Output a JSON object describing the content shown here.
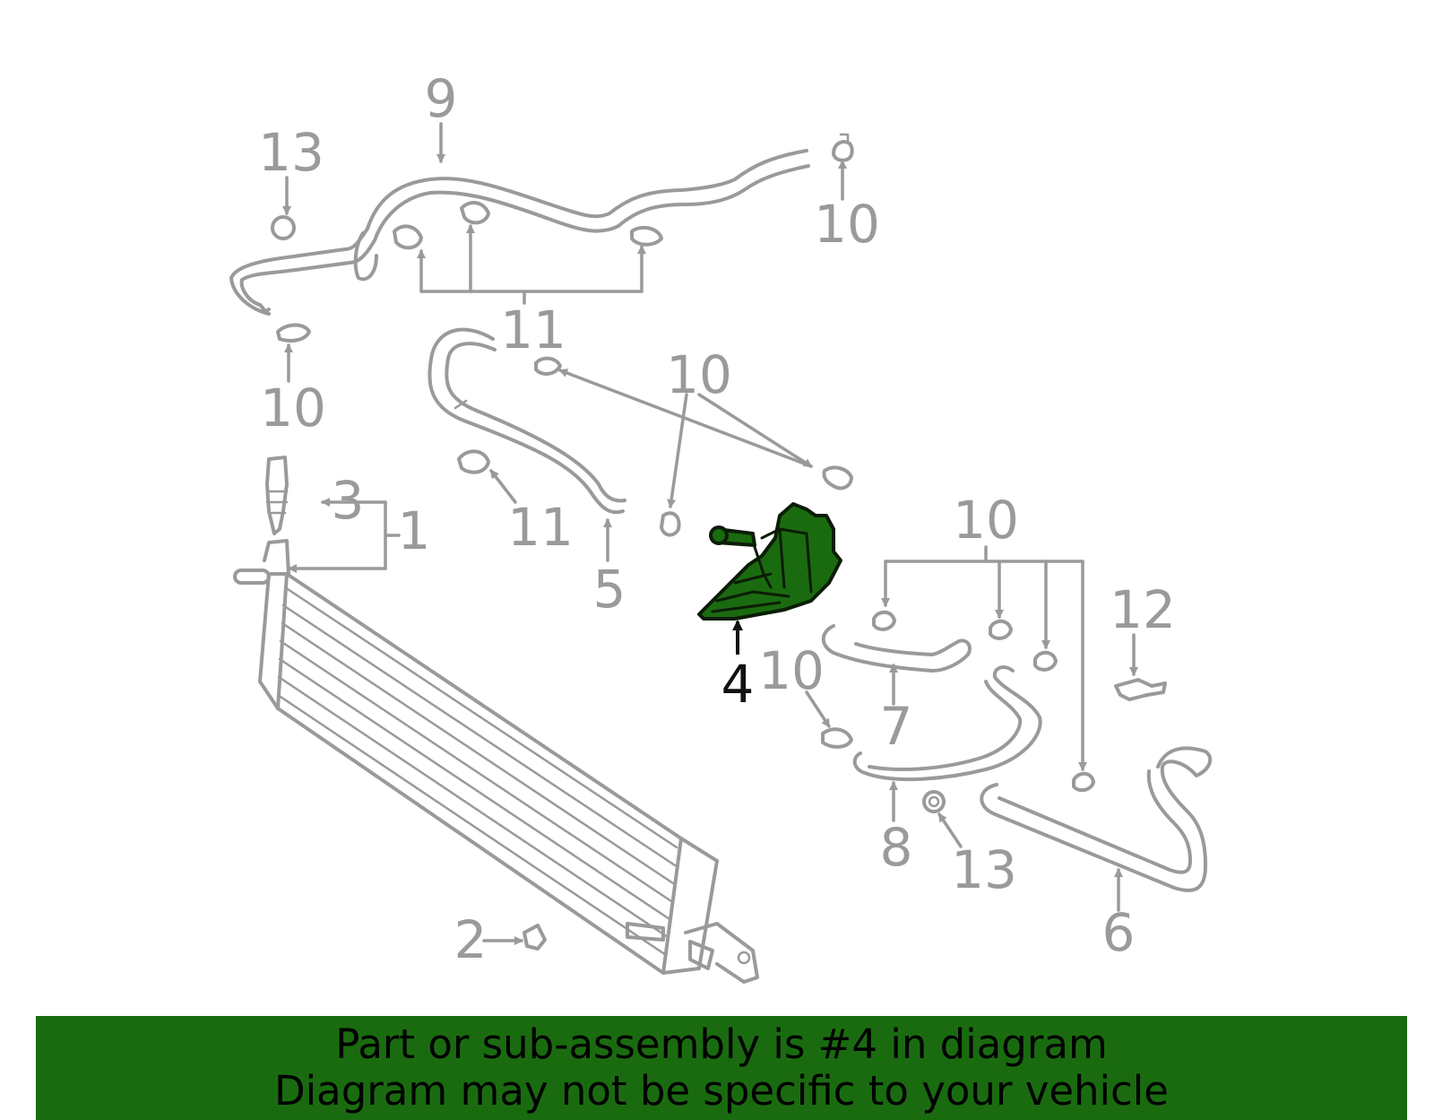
{
  "callouts": {
    "c1": "1",
    "c2": "2",
    "c3": "3",
    "c4": "4",
    "c5": "5",
    "c6": "6",
    "c7": "7",
    "c8": "8",
    "c9": "9",
    "c10a": "10",
    "c10b": "10",
    "c10c": "10",
    "c10d": "10",
    "c10e": "10",
    "c11a": "11",
    "c11b": "11",
    "c12": "12",
    "c13a": "13",
    "c13b": "13"
  },
  "highlighted_part": "4",
  "banner": {
    "line1": "Part or sub-assembly is #4 in diagram",
    "line2": "Diagram may not be specific to your vehicle"
  },
  "colors": {
    "highlight": "#1a6b10",
    "parts": "#9a9a9a",
    "banner_bg": "#1a6b10"
  }
}
